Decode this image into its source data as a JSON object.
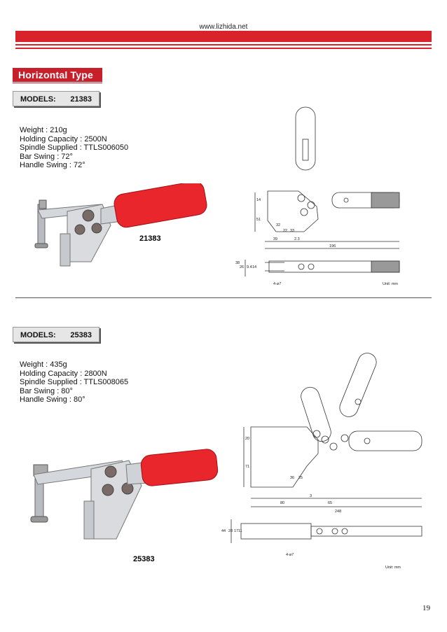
{
  "header": {
    "url": "www.lizhida.net"
  },
  "section": {
    "title": "Horizontal Type"
  },
  "models": [
    {
      "label": "MODELS:",
      "number": "21383",
      "specs": [
        "Weight : 210g",
        "Holding Capacity : 2500N",
        "Spindle Supplied : TTLS006050",
        "Bar Swing : 72°",
        "Handle Swing : 72°"
      ],
      "photo_caption": "21383",
      "drawing": {
        "dims": [
          "14",
          "51",
          "32",
          "22",
          "33",
          "39",
          "2.3",
          "196",
          "38",
          "26",
          "9.4",
          "14"
        ],
        "hole_note": "4-ø7",
        "unit": "Unit: mm"
      }
    },
    {
      "label": "MODELS:",
      "number": "25383",
      "specs": [
        "Weight : 435g",
        "Holding Capacity : 2800N",
        "Spindle Supplied : TTLS008065",
        "Bar Swing : 80°",
        "Handle Swing : 80°"
      ],
      "photo_caption": "25383",
      "drawing": {
        "dims": [
          "20",
          "71",
          "36",
          "25",
          "3",
          "80",
          "65",
          "248",
          "44",
          "28",
          "17",
          "11"
        ],
        "hole_note": "4-ø7",
        "unit": "Unit: mm"
      }
    }
  ],
  "page": {
    "number": "19"
  },
  "colors": {
    "brand_red": "#d9232a",
    "handle_red": "#e8262b",
    "metal": "#c9ccd0"
  }
}
